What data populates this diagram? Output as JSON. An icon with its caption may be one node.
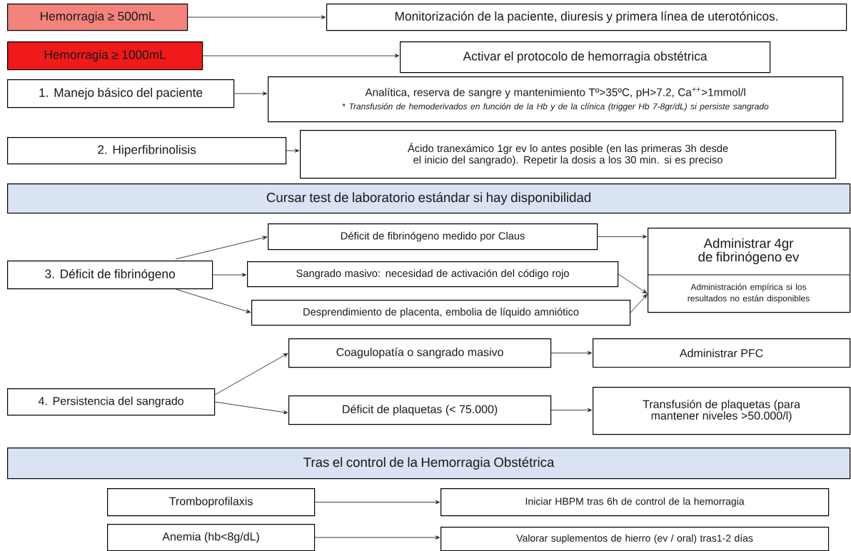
{
  "diagram": {
    "nodes": [
      {
        "text": [
          "Hemorragia ≥ 500mL"
        ]
      },
      {
        "text": [
          "Monitorización de la paciente, diuresis y primera línea de uterotónicos."
        ]
      },
      {
        "text": [
          "Hemorragia ≥ 1000mL"
        ]
      },
      {
        "text": [
          "Activar el protocolo de hemorragia obstétrica"
        ]
      },
      {
        "text": [
          "1. Manejo básico del paciente"
        ]
      },
      {
        "text": [
          "Analítica, reserva de sangre y mantenimiento Tº>35ºC, pH>7.2, Ca$^{++}$>1mmol/l",
          "* *Transfusión de hemoderivados en función de la Hb y de la clínica (trigger Hb 7-8gr/dL) si persiste sangrado*"
        ]
      },
      {
        "text": [
          "2. Hiperfibrinolisis"
        ]
      },
      {
        "text": [
          "Ácido tranexámico 1gr ev lo antes posible (en las primeras 3h desde el inicio del sangrado). Repetir la dosis a los 30 min. si es preciso"
        ]
      },
      {
        "text": [
          "Cursar test de laboratorio estándar si hay disponibilidad"
        ]
      },
      {
        "text": [
          "3. Déficit de fibrinógeno"
        ]
      },
      {
        "text": [
          "Déficit de fibrinógeno medido por Claus"
        ]
      },
      {
        "text": [
          "Sangrado masivo: necesidad de activación del código rojo"
        ]
      },
      {
        "text": [
          "Desprendimiento de placenta, embolia de líquido amniótico"
        ]
      },
      {
        "text": [
          "Administrar 4gr de fibrinógeno ev",
          "Administración empírica si los resultados no están disponibles"
        ]
      },
      {
        "text": [
          "4. Persistencia del sangrado"
        ]
      },
      {
        "text": [
          "Coagulopatía o sangrado masivo"
        ]
      },
      {
        "text": [
          "Déficit de plaquetas (< 75.000)"
        ]
      },
      {
        "text": [
          "Administrar PFC"
        ]
      },
      {
        "text": [
          "Transfusión de plaquetas (para mantener niveles >50.000/l)"
        ]
      },
      {
        "text": [
          "Tras el control de la Hemorragia Obstétrica"
        ]
      },
      {
        "text": [
          "Tromboprofilaxis"
        ]
      },
      {
        "text": [
          "Iniciar HBPM tras 6h de control de la hemorragia"
        ]
      },
      {
        "text": [
          "Anemia (hb<8g/dL)"
        ]
      },
      {
        "text": [
          "Valorar suplementos de hierro (ev / oral) tras1-2 días"
        ]
      }
    ],
    "edges": [
      {
        "from": 0,
        "to": 1,
        "arrow": "to"
      },
      {
        "from": 2,
        "to": 3,
        "arrow": "to"
      },
      {
        "from": 4,
        "to": 5,
        "arrow": "to"
      },
      {
        "from": 6,
        "to": 7,
        "arrow": "to"
      },
      {
        "from": 9,
        "to": 10,
        "arrow": "to"
      },
      {
        "from": 9,
        "to": 11,
        "arrow": "to"
      },
      {
        "from": 9,
        "to": 12,
        "arrow": "to"
      },
      {
        "from": 10,
        "to": 13,
        "arrow": "to"
      },
      {
        "from": 11,
        "to": 13,
        "arrow": "to"
      },
      {
        "from": 12,
        "to": 13,
        "arrow": "to"
      },
      {
        "from": 14,
        "to": 15,
        "arrow": "to"
      },
      {
        "from": 14,
        "to": 16,
        "arrow": "to"
      },
      {
        "from": 15,
        "to": 17,
        "arrow": "to"
      },
      {
        "from": 16,
        "to": 18,
        "arrow": "to"
      },
      {
        "from": 20,
        "to": 21,
        "arrow": "to"
      },
      {
        "from": 22,
        "to": 23,
        "arrow": "to"
      }
    ]
  }
}
